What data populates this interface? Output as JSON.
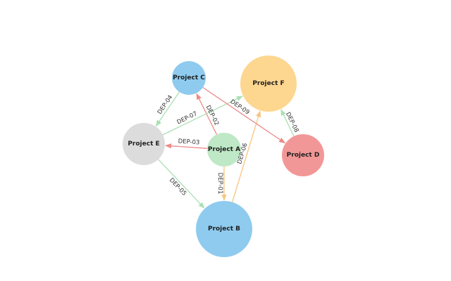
{
  "nodes": [
    {
      "id": "A",
      "label": "Project A",
      "color": "#bfe8c6"
    },
    {
      "id": "B",
      "label": "Project B",
      "color": "#8fcbef"
    },
    {
      "id": "C",
      "label": "Project C",
      "color": "#8fcbef"
    },
    {
      "id": "D",
      "label": "Project D",
      "color": "#f29797"
    },
    {
      "id": "E",
      "label": "Project E",
      "color": "#dcdcdc"
    },
    {
      "id": "F",
      "label": "Project F",
      "color": "#fdd68f"
    }
  ],
  "edges": [
    {
      "id": "DEP-01",
      "label": "DEP-01",
      "from": "A",
      "to": "B",
      "color": "#f7c57f"
    },
    {
      "id": "DEP-02",
      "label": "DEP-02",
      "from": "A",
      "to": "C",
      "color": "#ee8a8a"
    },
    {
      "id": "DEP-03",
      "label": "DEP-03",
      "from": "A",
      "to": "E",
      "color": "#ee8a8a"
    },
    {
      "id": "DEP-04",
      "label": "DEP-04",
      "from": "C",
      "to": "E",
      "color": "#a9e0b2"
    },
    {
      "id": "DEP-05",
      "label": "DEP-05",
      "from": "E",
      "to": "B",
      "color": "#a9e0b2"
    },
    {
      "id": "DEP-06",
      "label": "DEP-06",
      "from": "B",
      "to": "F",
      "color": "#f7c57f"
    },
    {
      "id": "DEP-07",
      "label": "DEP-07",
      "from": "E",
      "to": "F",
      "color": "#a9e0b2"
    },
    {
      "id": "DEP-08",
      "label": "DEP-08",
      "from": "D",
      "to": "F",
      "color": "#a9e0b2"
    },
    {
      "id": "DEP-09",
      "label": "DEP-09",
      "from": "C",
      "to": "D",
      "color": "#ee8a8a"
    }
  ]
}
